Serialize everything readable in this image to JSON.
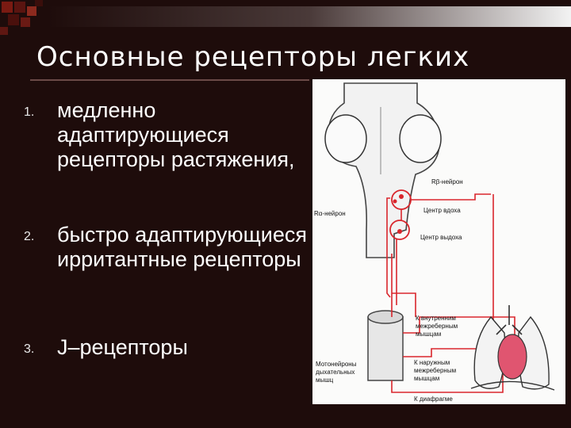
{
  "slide": {
    "title": "Основные рецепторы легких",
    "items": [
      {
        "number": "1.",
        "text": "медленно адаптирующиеся рецепторы растяжения,"
      },
      {
        "number": "2.",
        "text": "быстро адаптирующиеся ирритантные рецепторы"
      },
      {
        "number": "3.",
        "text": "J–рецепторы"
      }
    ],
    "colors": {
      "background": "#1e0c0b",
      "accent_squares": "#7a1a12",
      "figure_lines": "#d9262c",
      "heart": "#e05570"
    }
  },
  "diagram": {
    "labels": {
      "rb_neuron": "Rβ-нейрон",
      "ra_neuron": "Rα-нейрон",
      "inspiration_center": "Центр вдоха",
      "expiration_center": "Центр выдоха",
      "to_internal_1": "К внутренним",
      "to_internal_2": "межреберным",
      "to_internal_3": "мышцам",
      "motoneurons_1": "Мотонейроны",
      "motoneurons_2": "дыхательных",
      "motoneurons_3": "мышц",
      "to_external_1": "К наружным",
      "to_external_2": "межреберным",
      "to_external_3": "мышцам",
      "to_diaphragm": "К диафрагме"
    }
  }
}
